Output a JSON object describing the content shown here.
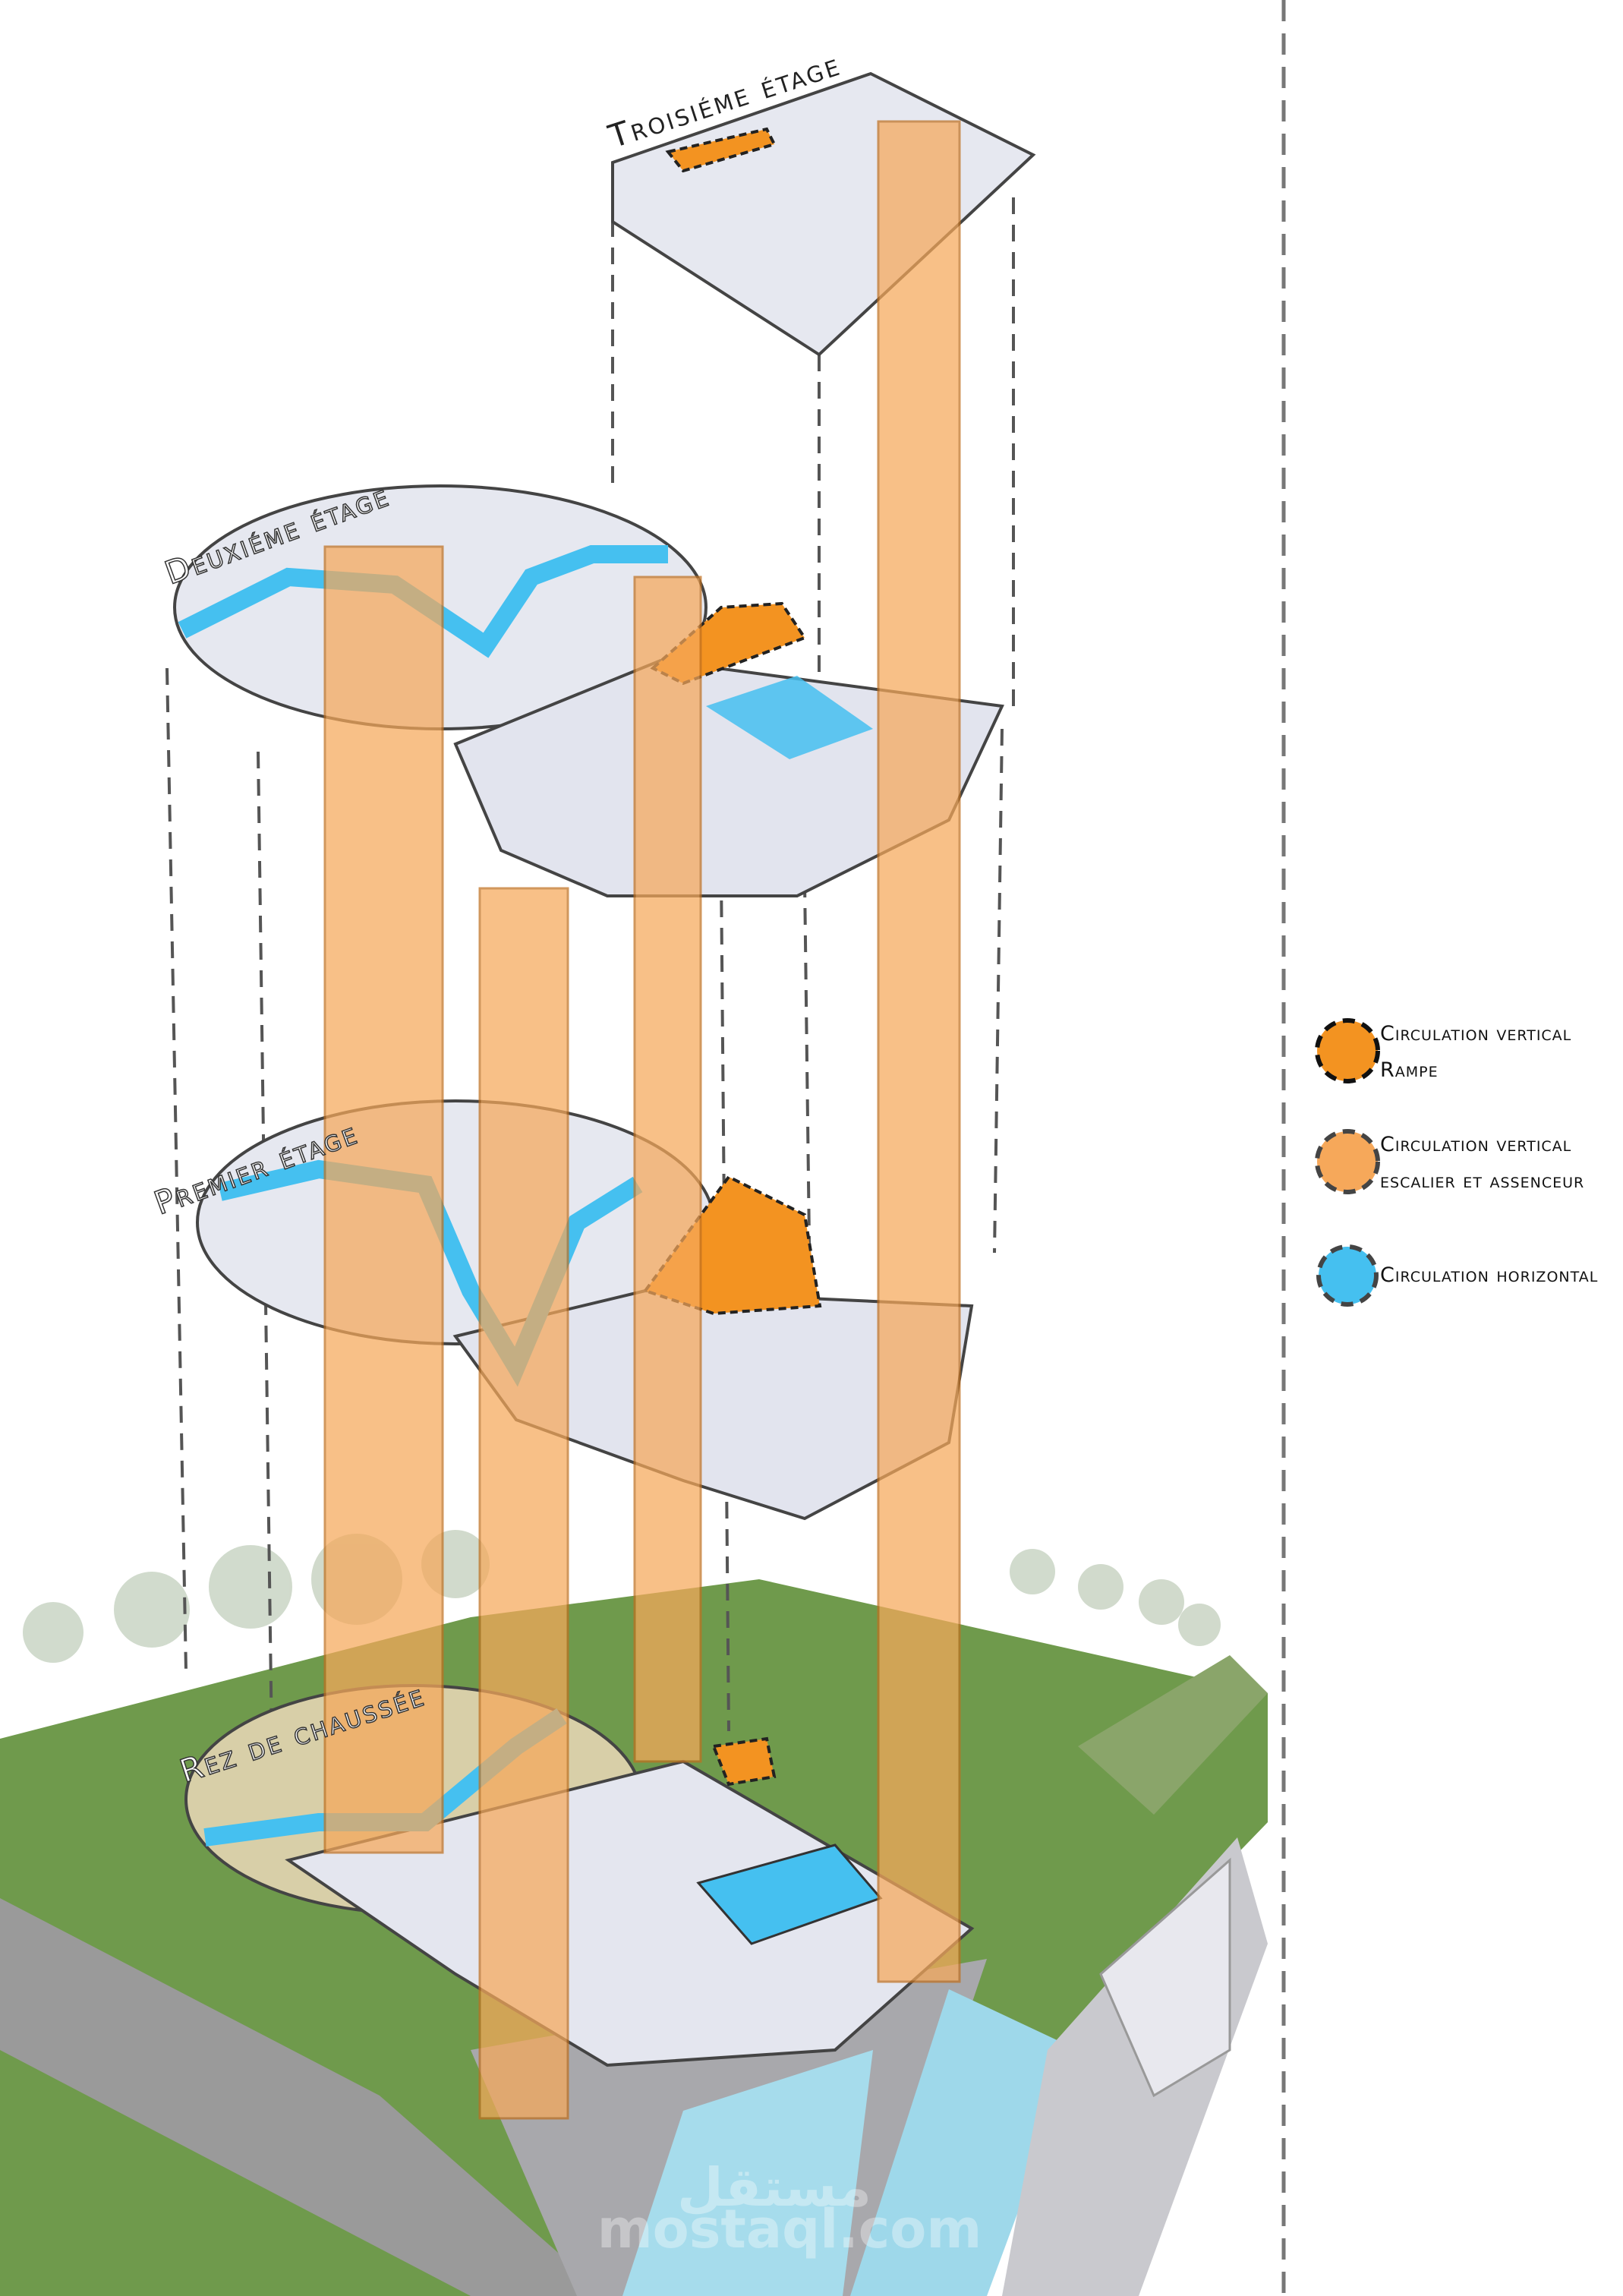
{
  "floors": {
    "third": "Troisiéme étage",
    "second": "Deuxiéme étage",
    "first": "Premier étage",
    "ground": "Rez de chaussée"
  },
  "legend": [
    {
      "line1": "Circulation vertical",
      "line2": "Rampe",
      "color": "#f39321"
    },
    {
      "line1": "Circulation vertical",
      "line2": "escalier et assenceur",
      "color": "#f6a85a"
    },
    {
      "line1": "Circulation horizontal",
      "line2": "",
      "color": "#45c0f0"
    }
  ],
  "watermark": {
    "arabic": "مستقل",
    "latin": "mostaql.com"
  }
}
